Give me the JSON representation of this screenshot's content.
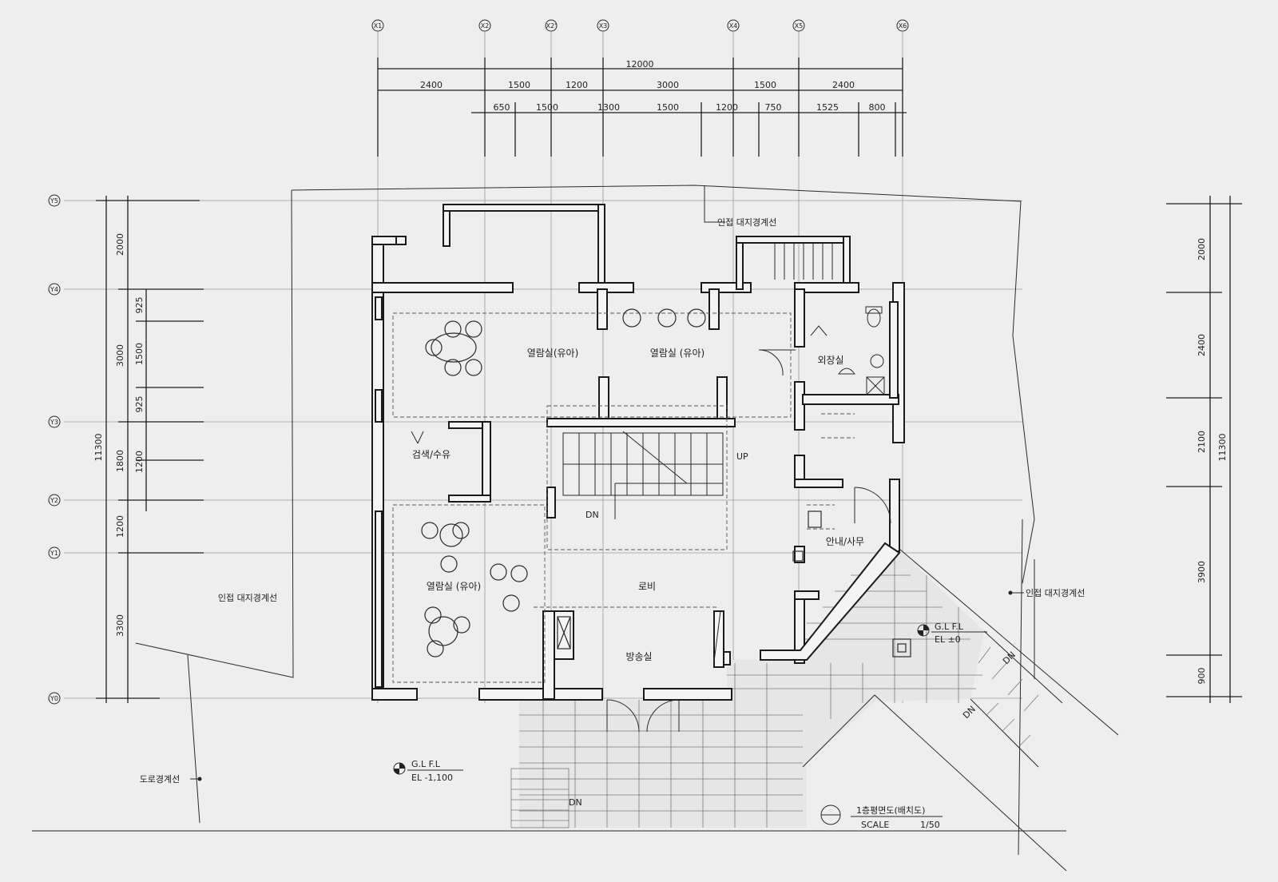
{
  "grid_x": [
    {
      "id": "x1",
      "label": "X1"
    },
    {
      "id": "x2",
      "label": "X2"
    },
    {
      "id": "x2p",
      "label": "X2'"
    },
    {
      "id": "x3",
      "label": "X3"
    },
    {
      "id": "x4",
      "label": "X4"
    },
    {
      "id": "x5",
      "label": "X5"
    },
    {
      "id": "x6",
      "label": "X6"
    }
  ],
  "grid_y": [
    {
      "id": "y5",
      "label": "Y5"
    },
    {
      "id": "y4",
      "label": "Y4"
    },
    {
      "id": "y3",
      "label": "Y3"
    },
    {
      "id": "y2",
      "label": "Y2"
    },
    {
      "id": "y1",
      "label": "Y1"
    },
    {
      "id": "y0",
      "label": "Y0"
    }
  ],
  "dimensions": {
    "top_total": "12000",
    "top_row1": [
      "2400",
      "1500",
      "1200",
      "3000",
      "1500",
      "2400"
    ],
    "top_row2": [
      "650",
      "1500",
      "1300",
      "1500",
      "1200",
      "750",
      "1525",
      "800"
    ],
    "left_total": "11300",
    "left_outer": [
      "2000",
      "3000",
      "1800",
      "1200",
      "3300"
    ],
    "left_inner": [
      "925",
      "1500",
      "925",
      "1200"
    ],
    "right_total": "11300",
    "right_outer": [
      "2000",
      "2400",
      "2100",
      "3900",
      "900"
    ]
  },
  "rooms": {
    "reading_infant_top": "열람실(유아)",
    "reading_infant_mid": "열람실 (유아)",
    "search": "검색/수유",
    "reading_infant_bottom": "열람실 (유아)",
    "lobby": "로비",
    "broadcast": "방송실",
    "restroom": "외장실",
    "info": "안내/사무"
  },
  "labels": {
    "boundary_top": "인접 대지경계선",
    "boundary_left": "인접 대지경계선",
    "boundary_right": "인접 대지경계선",
    "road_boundary": "도로경계선",
    "stair_up": "UP",
    "stair_dn": "DN",
    "ramp_dn_1": "DN",
    "ramp_dn_2": "DN",
    "entry_dn": "DN"
  },
  "levels": {
    "left": {
      "gl": "G.L  F.L",
      "el": "EL  -1,100"
    },
    "right": {
      "gl": "G.L  F.L",
      "el": "EL    ±0"
    }
  },
  "title": {
    "main": "1층평면도(배치도)",
    "scale_label": "SCALE",
    "scale_value": "1/50"
  }
}
